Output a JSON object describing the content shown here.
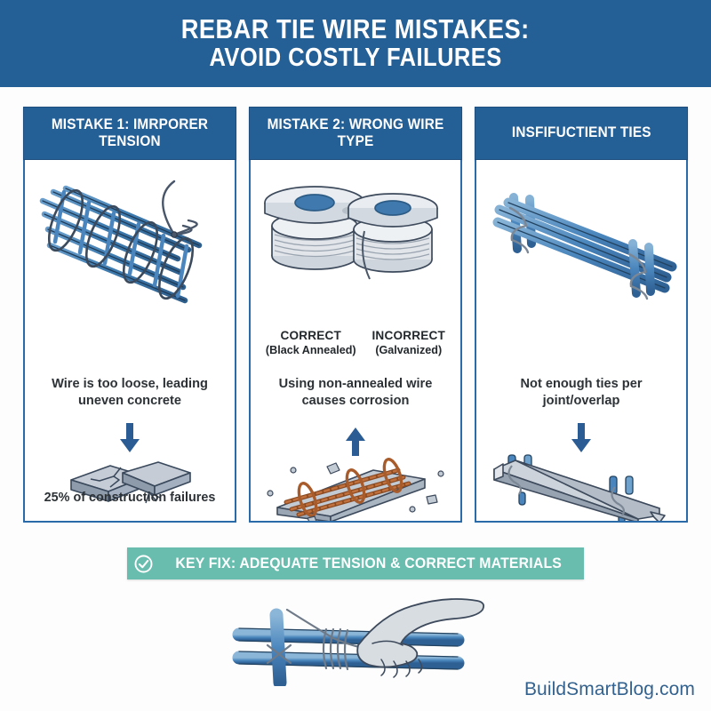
{
  "header": {
    "title_line1": "REBAR TIE WIRE MISTAKES:",
    "title_line2": "AVOID COSTLY FAILURES",
    "bg_color": "#245f96"
  },
  "columns": [
    {
      "heading": "MISTAKE 1: IMRPORER TENSION",
      "illustration": "rebar-cage-loose-ties",
      "caption": "Wire is too loose, leading uneven concrete",
      "arrow": "down-arrow",
      "result_illustration": "cracked-concrete-slab",
      "bottom_caption": "25% of construction failures"
    },
    {
      "heading": "MISTAKE 2: WRONG WIRE TYPE",
      "illustration": "two-wire-spools",
      "labels": [
        {
          "title": "CORRECT",
          "subtitle": "(Black Annealed)"
        },
        {
          "title": "INCORRECT",
          "subtitle": "(Galvanized)"
        }
      ],
      "caption": "Using non-annealed wire causes corrosion",
      "arrow": "up-arrow",
      "result_illustration": "rusted-rebar-in-concrete",
      "bottom_caption": ""
    },
    {
      "heading": "INSFIFUCTIENT TIES",
      "illustration": "rebar-bundle-two-ties",
      "caption": "Not enough ties per joint/overlap",
      "arrow": "down-arrow",
      "result_illustration": "concrete-beam-with-ties",
      "bottom_caption": ""
    }
  ],
  "key_fix": {
    "icon": "check-circle-icon",
    "text": "KEY FIX: ADEQUATE TENSION & CORRECT MATERIALS",
    "bg_color": "#68bdaf"
  },
  "footer": {
    "illustration": "hand-tying-rebar",
    "url": "BuildSmartBlog.com",
    "url_color": "#33628f"
  },
  "palette": {
    "brand_blue": "#245f96",
    "panel_border": "#2b6aa8",
    "rebar_blue": "#4a86bd",
    "teal": "#68bdaf",
    "rust": "#b5612e",
    "concrete_grey": "#b9c2cc"
  }
}
